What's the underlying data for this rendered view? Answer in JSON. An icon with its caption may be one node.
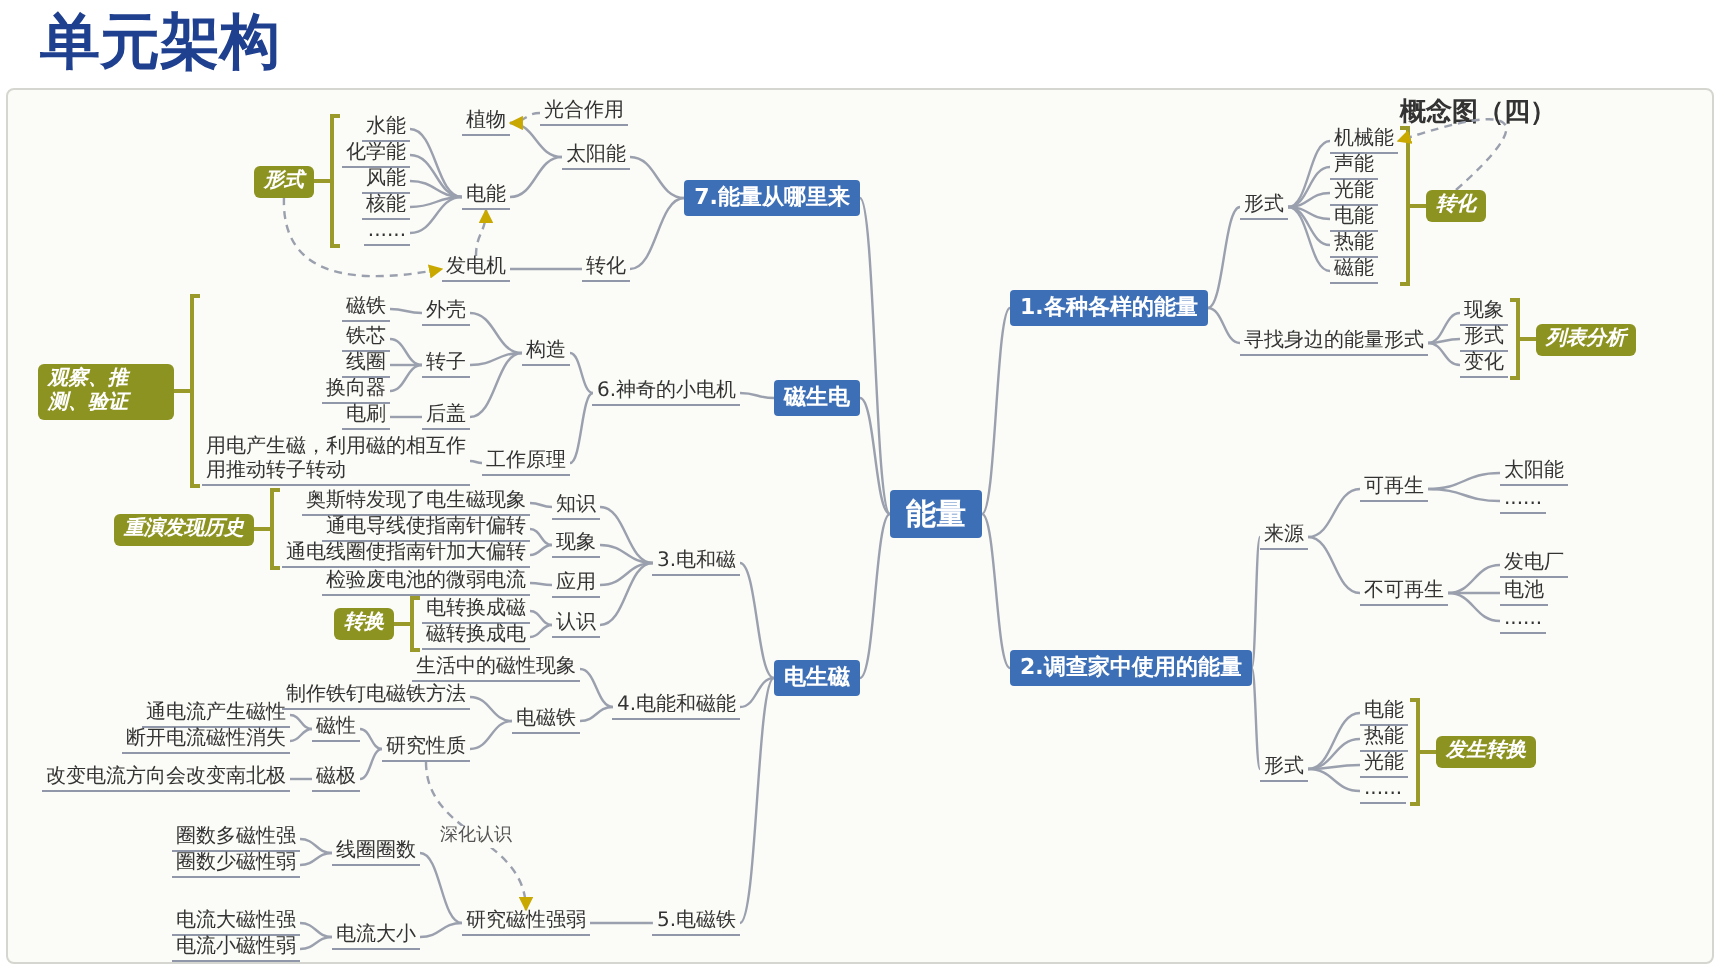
{
  "diagram": {
    "title": "单元架构",
    "nodes": [
      {
        "text": [
          "能量"
        ]
      },
      {
        "text": [
          "1.各种各样的能量"
        ]
      },
      {
        "text": [
          "形式"
        ]
      },
      {
        "text": [
          "机械能"
        ]
      },
      {
        "text": [
          "声能"
        ]
      },
      {
        "text": [
          "光能"
        ]
      },
      {
        "text": [
          "电能"
        ]
      },
      {
        "text": [
          "热能"
        ]
      },
      {
        "text": [
          "磁能"
        ]
      },
      {
        "text": [
          "转化"
        ]
      },
      {
        "text": [
          "寻找身边的能量形式"
        ]
      },
      {
        "text": [
          "现象"
        ]
      },
      {
        "text": [
          "形式"
        ]
      },
      {
        "text": [
          "变化"
        ]
      },
      {
        "text": [
          "列表分析"
        ]
      },
      {
        "text": [
          "2.调查家中使用的能量"
        ]
      },
      {
        "text": [
          "来源"
        ]
      },
      {
        "text": [
          "可再生"
        ]
      },
      {
        "text": [
          "太阳能"
        ]
      },
      {
        "text": [
          "......"
        ]
      },
      {
        "text": [
          "不可再生"
        ]
      },
      {
        "text": [
          "发电厂"
        ]
      },
      {
        "text": [
          "电池"
        ]
      },
      {
        "text": [
          "......"
        ]
      },
      {
        "text": [
          "形式"
        ]
      },
      {
        "text": [
          "电能"
        ]
      },
      {
        "text": [
          "热能"
        ]
      },
      {
        "text": [
          "光能"
        ]
      },
      {
        "text": [
          "......"
        ]
      },
      {
        "text": [
          "发生转换"
        ]
      },
      {
        "text": [
          "电生磁"
        ]
      },
      {
        "text": [
          "3.电和磁"
        ]
      },
      {
        "text": [
          "知识"
        ]
      },
      {
        "text": [
          "奥斯特发现了电生磁现象"
        ]
      },
      {
        "text": [
          "现象"
        ]
      },
      {
        "text": [
          "通电导线使指南针偏转"
        ]
      },
      {
        "text": [
          "通电线圈使指南针加大偏转"
        ]
      },
      {
        "text": [
          "应用"
        ]
      },
      {
        "text": [
          "检验废电池的微弱电流"
        ]
      },
      {
        "text": [
          "认识"
        ]
      },
      {
        "text": [
          "电转换成磁"
        ]
      },
      {
        "text": [
          "磁转换成电"
        ]
      },
      {
        "text": [
          "重演发现历史"
        ]
      },
      {
        "text": [
          "转换"
        ]
      },
      {
        "text": [
          "4.电能和磁能"
        ]
      },
      {
        "text": [
          "生活中的磁性现象"
        ]
      },
      {
        "text": [
          "电磁铁"
        ]
      },
      {
        "text": [
          "制作铁钉电磁铁方法"
        ]
      },
      {
        "text": [
          "研究性质"
        ]
      },
      {
        "text": [
          "磁性"
        ]
      },
      {
        "text": [
          "通电流产生磁性"
        ]
      },
      {
        "text": [
          "断开电流磁性消失"
        ]
      },
      {
        "text": [
          "磁极"
        ]
      },
      {
        "text": [
          "改变电流方向会改变南北极"
        ]
      },
      {
        "text": [
          "5.电磁铁"
        ]
      },
      {
        "text": [
          "研究磁性强弱"
        ]
      },
      {
        "text": [
          "线圈圈数"
        ]
      },
      {
        "text": [
          "圈数多磁性强"
        ]
      },
      {
        "text": [
          "圈数少磁性弱"
        ]
      },
      {
        "text": [
          "电流大小"
        ]
      },
      {
        "text": [
          "电流大磁性强"
        ]
      },
      {
        "text": [
          "电流小磁性弱"
        ]
      },
      {
        "text": [
          "磁生电"
        ]
      },
      {
        "text": [
          "6.神奇的小电机"
        ]
      },
      {
        "text": [
          "构造"
        ]
      },
      {
        "text": [
          "外壳"
        ]
      },
      {
        "text": [
          "磁铁"
        ]
      },
      {
        "text": [
          "转子"
        ]
      },
      {
        "text": [
          "铁芯"
        ]
      },
      {
        "text": [
          "线圈"
        ]
      },
      {
        "text": [
          "换向器"
        ]
      },
      {
        "text": [
          "后盖"
        ]
      },
      {
        "text": [
          "电刷"
        ]
      },
      {
        "text": [
          "工作原理"
        ]
      },
      {
        "text": [
          "用电产生磁，利用磁的相互作用推动转子转动"
        ]
      },
      {
        "text": [
          "观察、推测、验证"
        ]
      },
      {
        "text": [
          "7.能量从哪里来"
        ]
      },
      {
        "text": [
          "太阳能"
        ]
      },
      {
        "text": [
          "植物"
        ]
      },
      {
        "text": [
          "光合作用"
        ]
      },
      {
        "text": [
          "电能"
        ]
      },
      {
        "text": [
          "水能"
        ]
      },
      {
        "text": [
          "化学能"
        ]
      },
      {
        "text": [
          "风能"
        ]
      },
      {
        "text": [
          "核能"
        ]
      },
      {
        "text": [
          "......"
        ]
      },
      {
        "text": [
          "转化"
        ]
      },
      {
        "text": [
          "发电机"
        ]
      },
      {
        "text": [
          "形式"
        ]
      }
    ],
    "edges": [
      {
        "from": 0,
        "to": 1,
        "arrow": "none"
      },
      {
        "from": 1,
        "to": 2,
        "arrow": "none"
      },
      {
        "from": 2,
        "to": 3,
        "arrow": "none"
      },
      {
        "from": 2,
        "to": 4,
        "arrow": "none"
      },
      {
        "from": 2,
        "to": 5,
        "arrow": "none"
      },
      {
        "from": 2,
        "to": 6,
        "arrow": "none"
      },
      {
        "from": 2,
        "to": 7,
        "arrow": "none"
      },
      {
        "from": 2,
        "to": 8,
        "arrow": "none"
      },
      {
        "from": 9,
        "to": 3,
        "arrow": "to",
        "style": "dashed"
      },
      {
        "from": 1,
        "to": 10,
        "arrow": "none"
      },
      {
        "from": 10,
        "to": 11,
        "arrow": "none"
      },
      {
        "from": 10,
        "to": 12,
        "arrow": "none"
      },
      {
        "from": 10,
        "to": 13,
        "arrow": "none"
      },
      {
        "from": 0,
        "to": 15,
        "arrow": "none"
      },
      {
        "from": 15,
        "to": 16,
        "arrow": "none"
      },
      {
        "from": 16,
        "to": 17,
        "arrow": "none"
      },
      {
        "from": 17,
        "to": 18,
        "arrow": "none"
      },
      {
        "from": 17,
        "to": 19,
        "arrow": "none"
      },
      {
        "from": 16,
        "to": 20,
        "arrow": "none"
      },
      {
        "from": 20,
        "to": 21,
        "arrow": "none"
      },
      {
        "from": 20,
        "to": 22,
        "arrow": "none"
      },
      {
        "from": 20,
        "to": 23,
        "arrow": "none"
      },
      {
        "from": 15,
        "to": 24,
        "arrow": "none"
      },
      {
        "from": 24,
        "to": 25,
        "arrow": "none"
      },
      {
        "from": 24,
        "to": 26,
        "arrow": "none"
      },
      {
        "from": 24,
        "to": 27,
        "arrow": "none"
      },
      {
        "from": 24,
        "to": 28,
        "arrow": "none"
      },
      {
        "from": 0,
        "to": 30,
        "arrow": "none"
      },
      {
        "from": 30,
        "to": 31,
        "arrow": "none"
      },
      {
        "from": 31,
        "to": 32,
        "arrow": "none"
      },
      {
        "from": 32,
        "to": 33,
        "arrow": "none"
      },
      {
        "from": 31,
        "to": 34,
        "arrow": "none"
      },
      {
        "from": 34,
        "to": 35,
        "arrow": "none"
      },
      {
        "from": 34,
        "to": 36,
        "arrow": "none"
      },
      {
        "from": 31,
        "to": 37,
        "arrow": "none"
      },
      {
        "from": 37,
        "to": 38,
        "arrow": "none"
      },
      {
        "from": 31,
        "to": 39,
        "arrow": "none"
      },
      {
        "from": 39,
        "to": 40,
        "arrow": "none"
      },
      {
        "from": 39,
        "to": 41,
        "arrow": "none"
      },
      {
        "from": 30,
        "to": 44,
        "arrow": "none"
      },
      {
        "from": 44,
        "to": 45,
        "arrow": "none"
      },
      {
        "from": 44,
        "to": 46,
        "arrow": "none"
      },
      {
        "from": 46,
        "to": 47,
        "arrow": "none"
      },
      {
        "from": 46,
        "to": 48,
        "arrow": "none"
      },
      {
        "from": 48,
        "to": 49,
        "arrow": "none"
      },
      {
        "from": 49,
        "to": 50,
        "arrow": "none"
      },
      {
        "from": 49,
        "to": 51,
        "arrow": "none"
      },
      {
        "from": 48,
        "to": 52,
        "arrow": "none"
      },
      {
        "from": 52,
        "to": 53,
        "arrow": "none"
      },
      {
        "from": 30,
        "to": 54,
        "arrow": "none"
      },
      {
        "from": 54,
        "to": 55,
        "arrow": "none"
      },
      {
        "from": 55,
        "to": 56,
        "arrow": "none"
      },
      {
        "from": 56,
        "to": 57,
        "arrow": "none"
      },
      {
        "from": 56,
        "to": 58,
        "arrow": "none"
      },
      {
        "from": 55,
        "to": 59,
        "arrow": "none"
      },
      {
        "from": 59,
        "to": 60,
        "arrow": "none"
      },
      {
        "from": 59,
        "to": 61,
        "arrow": "none"
      },
      {
        "from": 48,
        "to": 55,
        "arrow": "to",
        "style": "dashed",
        "label": "深化认识"
      },
      {
        "from": 0,
        "to": 62,
        "arrow": "none"
      },
      {
        "from": 62,
        "to": 63,
        "arrow": "none"
      },
      {
        "from": 63,
        "to": 64,
        "arrow": "none"
      },
      {
        "from": 64,
        "to": 65,
        "arrow": "none"
      },
      {
        "from": 65,
        "to": 66,
        "arrow": "none"
      },
      {
        "from": 64,
        "to": 67,
        "arrow": "none"
      },
      {
        "from": 67,
        "to": 68,
        "arrow": "none"
      },
      {
        "from": 67,
        "to": 69,
        "arrow": "none"
      },
      {
        "from": 67,
        "to": 70,
        "arrow": "none"
      },
      {
        "from": 64,
        "to": 71,
        "arrow": "none"
      },
      {
        "from": 71,
        "to": 72,
        "arrow": "none"
      },
      {
        "from": 63,
        "to": 73,
        "arrow": "none"
      },
      {
        "from": 73,
        "to": 74,
        "arrow": "none"
      },
      {
        "from": 0,
        "to": 76,
        "arrow": "none"
      },
      {
        "from": 76,
        "to": 77,
        "arrow": "none"
      },
      {
        "from": 77,
        "to": 78,
        "arrow": "none"
      },
      {
        "from": 79,
        "to": 78,
        "arrow": "to",
        "style": "dashed"
      },
      {
        "from": 77,
        "to": 80,
        "arrow": "none"
      },
      {
        "from": 80,
        "to": 81,
        "arrow": "none"
      },
      {
        "from": 80,
        "to": 82,
        "arrow": "none"
      },
      {
        "from": 80,
        "to": 83,
        "arrow": "none"
      },
      {
        "from": 80,
        "to": 84,
        "arrow": "none"
      },
      {
        "from": 80,
        "to": 85,
        "arrow": "none"
      },
      {
        "from": 76,
        "to": 86,
        "arrow": "none"
      },
      {
        "from": 86,
        "to": 87,
        "arrow": "none"
      },
      {
        "from": 87,
        "to": 80,
        "arrow": "to",
        "style": "dashed"
      },
      {
        "from": 88,
        "to": 87,
        "arrow": "to",
        "style": "dashed"
      }
    ],
    "labels": [
      "概念图（四）"
    ]
  }
}
